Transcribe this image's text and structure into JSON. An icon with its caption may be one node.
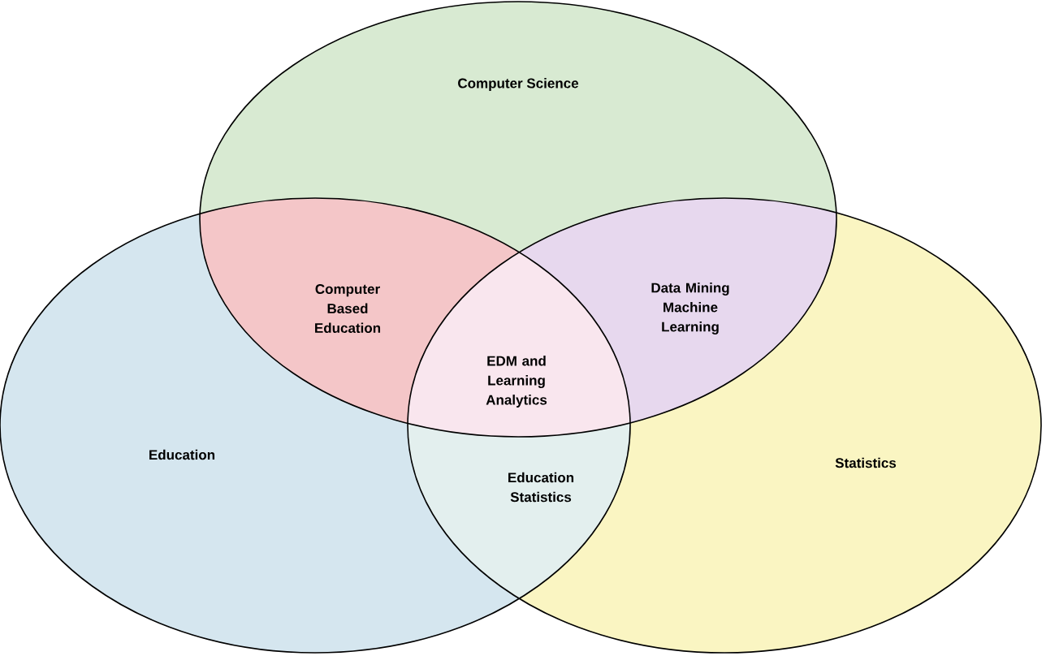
{
  "diagram": {
    "nodes": [
      {
        "text": [
          "Computer Science"
        ]
      },
      {
        "text": [
          "Education"
        ]
      },
      {
        "text": [
          "Statistics"
        ]
      },
      {
        "text": [
          "Computer Based Education"
        ]
      },
      {
        "text": [
          "Data Mining Machine Learning"
        ]
      },
      {
        "text": [
          "EDM and Learning Analytics"
        ]
      },
      {
        "text": [
          "Education Statistics"
        ]
      }
    ]
  }
}
